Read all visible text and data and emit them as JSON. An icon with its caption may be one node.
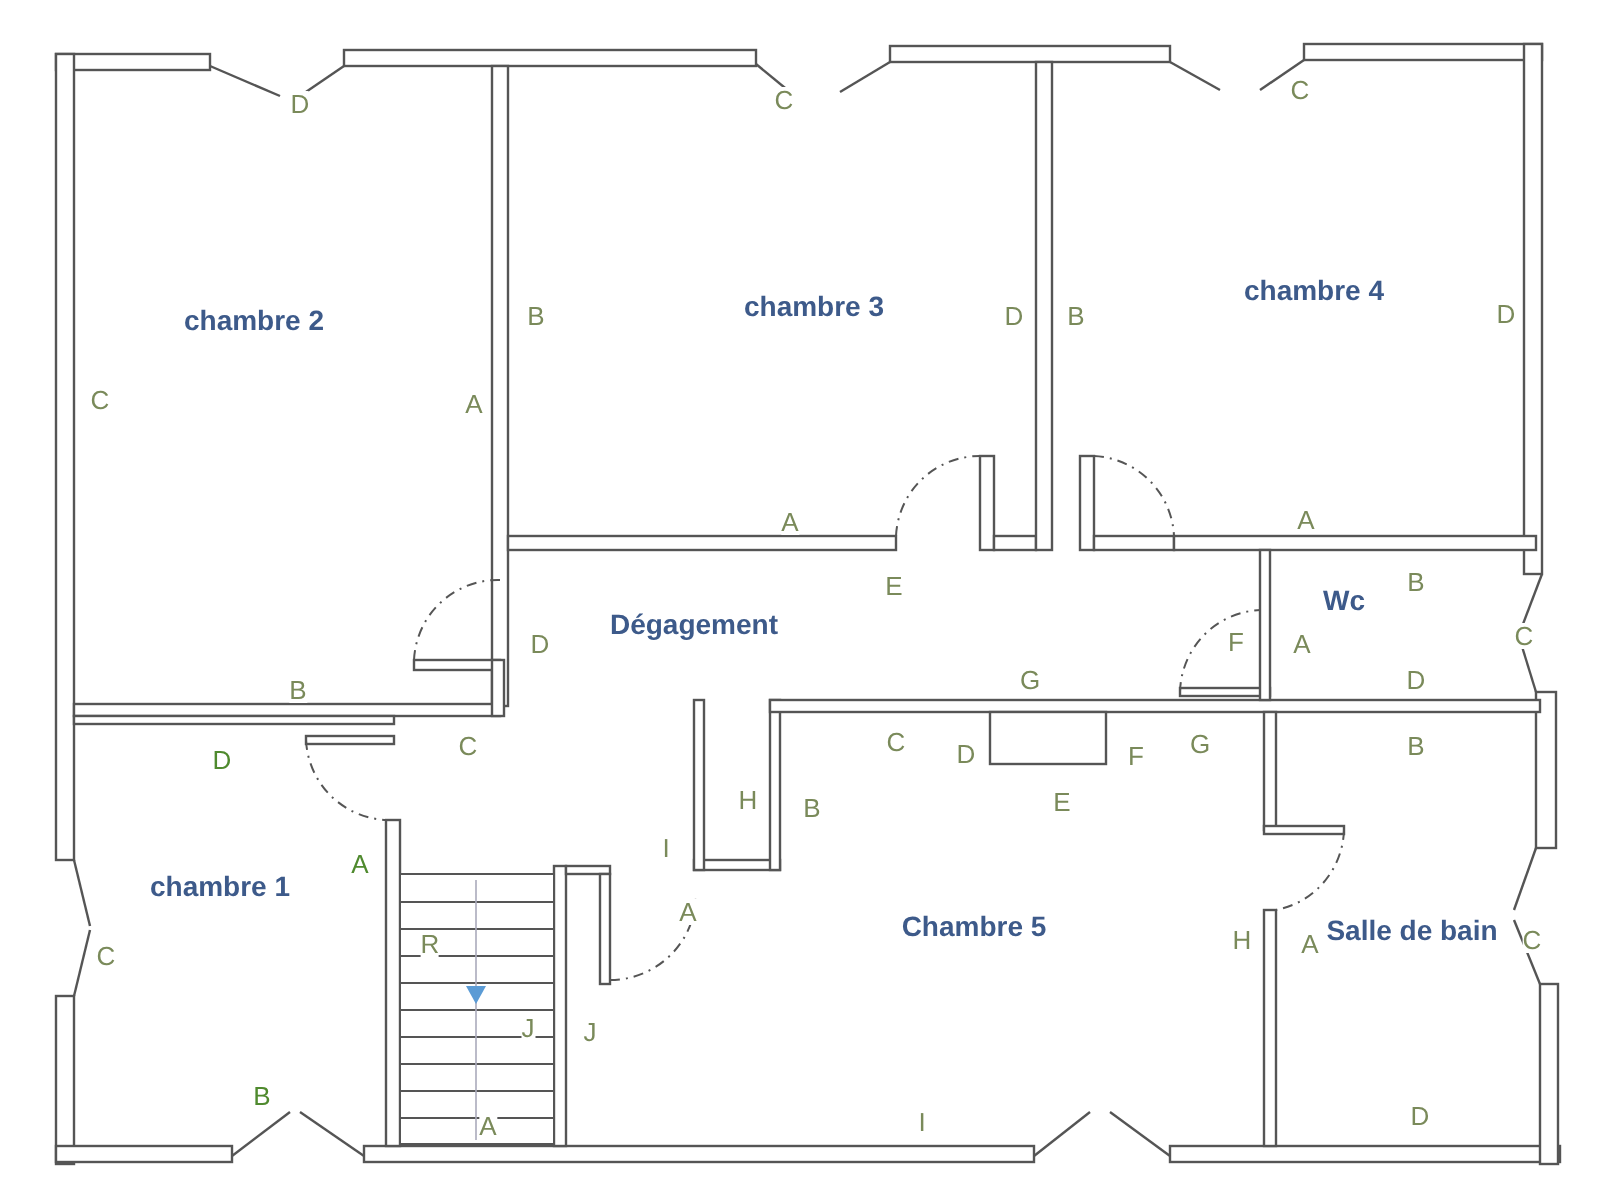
{
  "diagram": {
    "nodes": [
      {
        "text": [
          "chambre 2"
        ]
      },
      {
        "text": [
          "chambre 3"
        ]
      },
      {
        "text": [
          "chambre 4"
        ]
      },
      {
        "text": [
          "Dégagement"
        ]
      },
      {
        "text": [
          "Wc"
        ]
      },
      {
        "text": [
          "chambre 1"
        ]
      },
      {
        "text": [
          "Chambre 5"
        ]
      },
      {
        "text": [
          "Salle de bain"
        ]
      }
    ],
    "labels": [
      "D",
      "C",
      "C",
      "B",
      "D",
      "B",
      "D",
      "C",
      "A",
      "A",
      "A",
      "E",
      "B",
      "D",
      "F",
      "A",
      "C",
      "B",
      "G",
      "D",
      "D",
      "C",
      "C",
      "D",
      "F",
      "G",
      "B",
      "H",
      "B",
      "E",
      "A",
      "I",
      "A",
      "H",
      "A",
      "C",
      "C",
      "R",
      "J",
      "J",
      "B",
      "A",
      "I",
      "D"
    ]
  }
}
